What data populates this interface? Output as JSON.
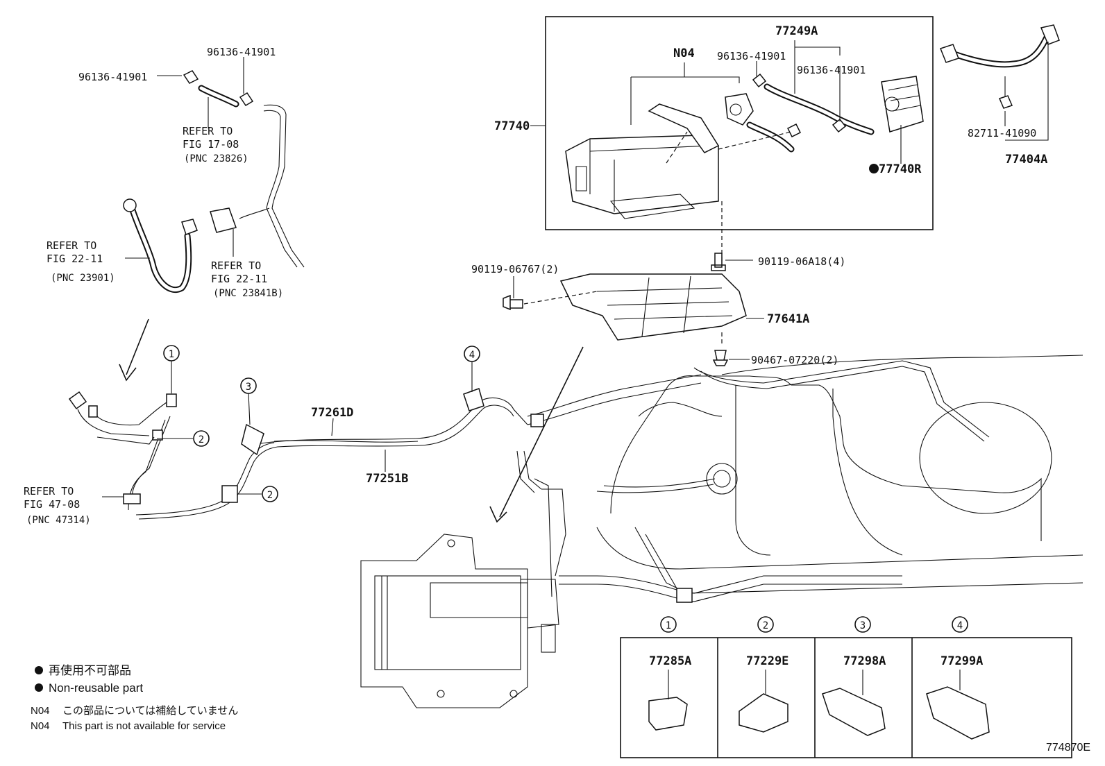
{
  "figure_id": "774870E",
  "labels": {
    "p77249A": "77249A",
    "pN04": "N04",
    "p96136_a": "96136-41901",
    "p96136_b": "96136-41901",
    "p96136_c": "96136-41901",
    "p96136_d": "96136-41901",
    "p77740": "77740",
    "p77740R": "77740R",
    "p82711": "82711-41090",
    "p77404A": "77404A",
    "p90119_a": "90119-06A18(4)",
    "p90119_b": "90119-06767(2)",
    "p77641A": "77641A",
    "p90467": "90467-07220(2)",
    "p77261D": "77261D",
    "p77251B": "77251B"
  },
  "refer_notes": [
    {
      "line1": "REFER TO",
      "line2": "FIG 17-08",
      "line3": "(PNC 23826)"
    },
    {
      "line1": "REFER TO",
      "line2": "FIG 22-11",
      "line3": "(PNC 23901)"
    },
    {
      "line1": "REFER TO",
      "line2": "FIG 22-11",
      "line3": "(PNC 23841B)"
    },
    {
      "line1": "REFER TO",
      "line2": "FIG 47-08",
      "line3": "(PNC 47314)"
    }
  ],
  "callouts": [
    "1",
    "2",
    "3",
    "4"
  ],
  "clamp_table": [
    {
      "num": "1",
      "part": "77285A"
    },
    {
      "num": "2",
      "part": "77229E"
    },
    {
      "num": "3",
      "part": "77298A"
    },
    {
      "num": "4",
      "part": "77299A"
    }
  ],
  "legend": {
    "jp_nonreusable": "再使用不可部品",
    "en_nonreusable": "Non-reusable part",
    "n04_code_1": "N04",
    "n04_jp": "この部品については補給していません",
    "n04_code_2": "N04",
    "n04_en": "This part is not available for service"
  }
}
